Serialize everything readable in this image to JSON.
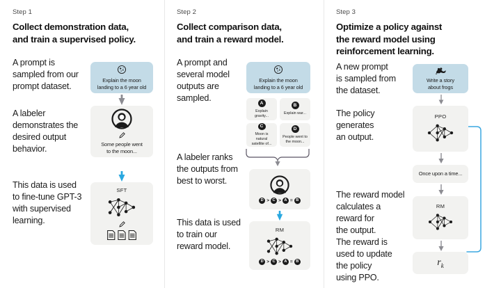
{
  "meta": {
    "diagram_title": "RLHF three-step training diagram",
    "accent_blue": "#29a8e0",
    "prompt_card_blue": "#c3dbe7",
    "card_gray": "#f2f2f0",
    "arrow_gray": "#8c8c92",
    "divider_gray": "#e8e8e8",
    "background": "#ffffff"
  },
  "columns": [
    {
      "step_label": "Step 1",
      "title_lines": [
        "Collect demonstration data,",
        "and train a supervised policy."
      ],
      "paragraphs": [
        "A prompt is\nsampled from our\nprompt dataset.",
        "A labeler\ndemonstrates the\ndesired output\nbehavior.",
        "This data is used\nto fine-tune GPT-3\nwith supervised\nlearning."
      ],
      "cards": [
        {
          "kind": "prompt",
          "icon": "moon-icon",
          "text": "Explain the moon\nlanding to a 6 year old"
        },
        {
          "kind": "output",
          "icon": "labeler-icon",
          "sub_icon": "pencil-icon",
          "text": "Some people went\nto the moon..."
        },
        {
          "kind": "model",
          "title": "SFT",
          "icon": "neural-net-icon",
          "sub_icon": "pencil-icon",
          "footer_icon": "documents-icon"
        }
      ],
      "arrows": [
        {
          "color": "gray",
          "from": "prompt-card",
          "to": "labeler-card"
        },
        {
          "color": "blue",
          "from": "labeler-card",
          "to": "sft-card"
        }
      ]
    },
    {
      "step_label": "Step 2",
      "title_lines": [
        "Collect comparison data,",
        "and train a reward model."
      ],
      "paragraphs": [
        "A prompt and\nseveral model\noutputs are\nsampled.",
        "A labeler ranks\nthe outputs from\nbest to worst.",
        "This data is used\nto train our\nreward model."
      ],
      "cards": [
        {
          "kind": "prompt",
          "icon": "moon-icon",
          "text": "Explain the moon\nlanding to a 6 year old"
        },
        {
          "kind": "rank",
          "icon": "labeler-icon",
          "ranking": [
            "D",
            ">",
            "C",
            ">",
            "A",
            "=",
            "B"
          ]
        },
        {
          "kind": "model",
          "title": "RM",
          "icon": "neural-net-icon",
          "ranking": [
            "D",
            ">",
            "C",
            ">",
            "A",
            "=",
            "B"
          ]
        }
      ],
      "outputs": [
        {
          "badge": "A",
          "text": "Explain gravity..."
        },
        {
          "badge": "B",
          "text": "Explain war..."
        },
        {
          "badge": "C",
          "text": "Moon is natural\nsatellite of..."
        },
        {
          "badge": "D",
          "text": "People went to\nthe moon..."
        }
      ],
      "arrows": [
        {
          "color": "gray",
          "from": "outputs-brace",
          "to": "rank-card"
        },
        {
          "color": "blue",
          "from": "rank-card",
          "to": "rm-card"
        }
      ]
    },
    {
      "step_label": "Step 3",
      "title_lines": [
        "Optimize a policy against",
        "the reward model using",
        "reinforcement learning."
      ],
      "paragraphs": [
        "A new prompt\nis sampled from\nthe dataset.",
        "The policy\ngenerates\nan output.",
        "The reward model\ncalculates a\nreward for\nthe output.",
        "The reward is\nused to update\nthe policy\nusing PPO."
      ],
      "cards": [
        {
          "kind": "prompt",
          "icon": "frog-icon",
          "text": "Write a story\nabout frogs"
        },
        {
          "kind": "model",
          "title": "PPO",
          "icon": "neural-net-icon"
        },
        {
          "kind": "output",
          "text": "Once upon a time..."
        },
        {
          "kind": "model",
          "title": "RM",
          "icon": "neural-net-icon"
        },
        {
          "kind": "reward",
          "value": "r",
          "subscript": "k"
        }
      ],
      "arrows": [
        {
          "color": "gray",
          "from": "prompt-card",
          "to": "ppo-card"
        },
        {
          "color": "gray",
          "from": "ppo-card",
          "to": "output-card"
        },
        {
          "color": "gray",
          "from": "output-card",
          "to": "rm-card"
        },
        {
          "color": "gray",
          "from": "rm-card",
          "to": "reward-card"
        },
        {
          "color": "blue",
          "from": "reward-card",
          "to": "ppo-card",
          "shape": "feedback-loop"
        }
      ]
    }
  ]
}
